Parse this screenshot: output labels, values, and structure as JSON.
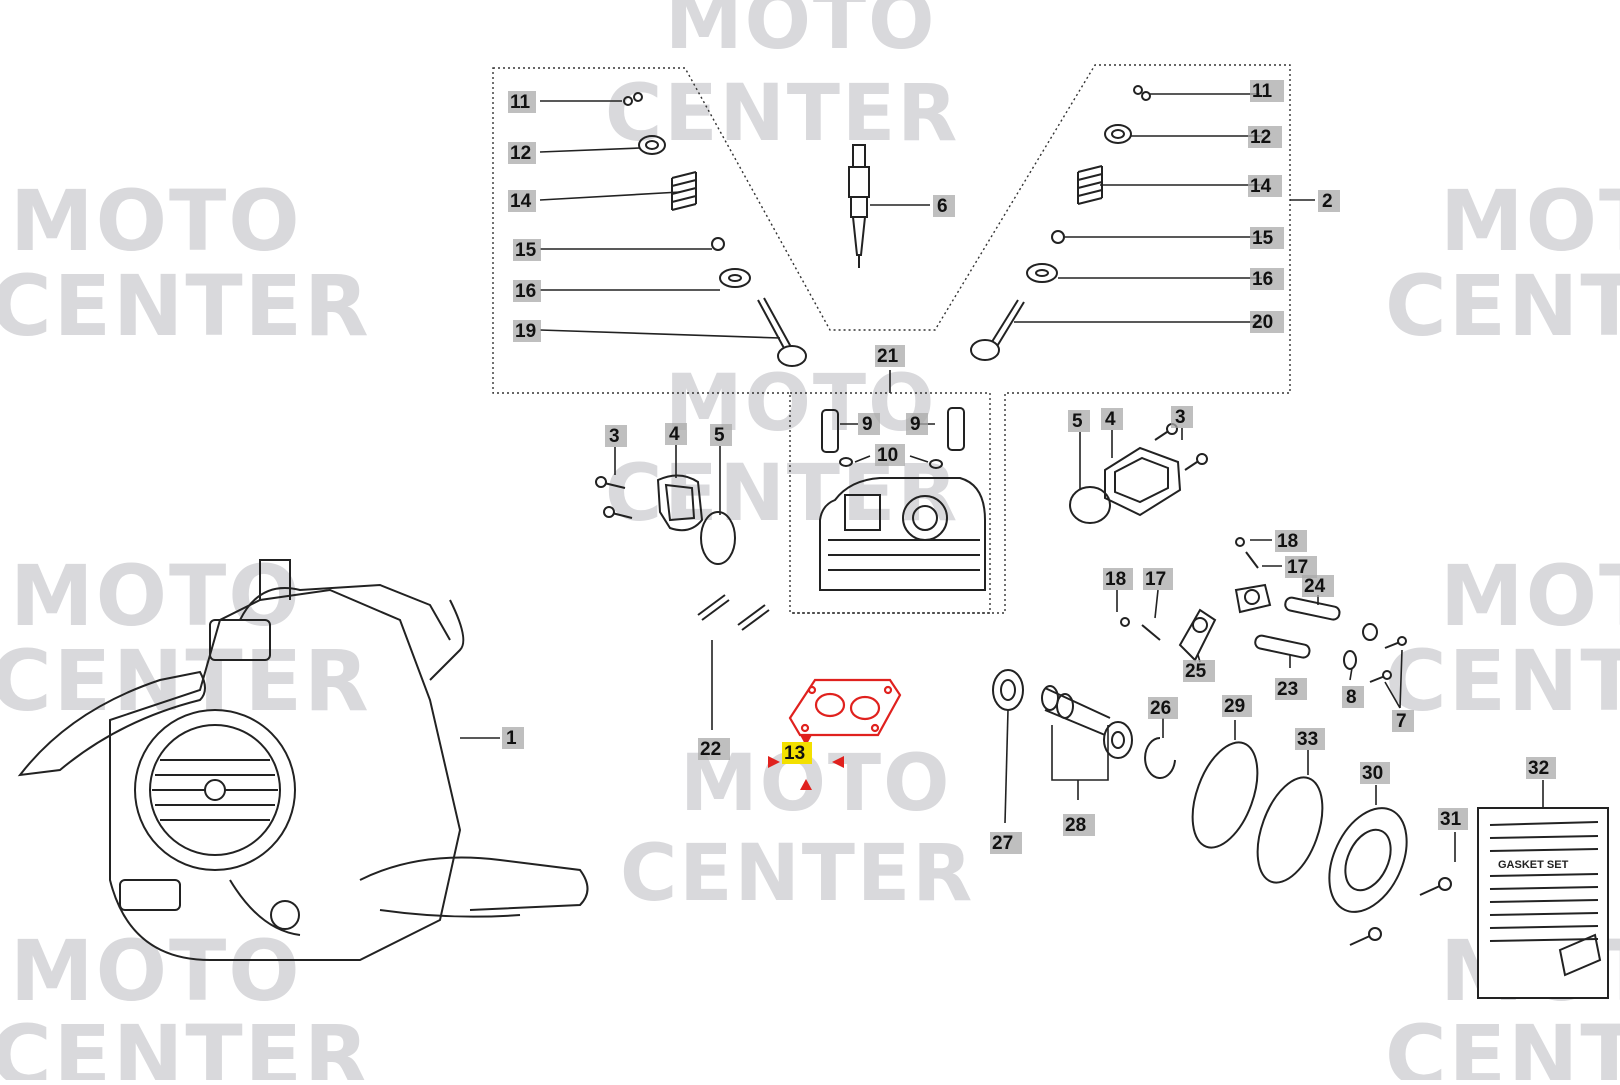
{
  "watermark": {
    "line1": "MOTO",
    "line2": "CENTER"
  },
  "gasket_set_label": "GASKET SET",
  "highlight": {
    "selected_part": "13",
    "color": "#e0211e",
    "badge_color": "#f3e000"
  },
  "callouts": [
    {
      "id": "c11l",
      "text": "11"
    },
    {
      "id": "c12l",
      "text": "12"
    },
    {
      "id": "c14l",
      "text": "14"
    },
    {
      "id": "c15l",
      "text": "15"
    },
    {
      "id": "c16l",
      "text": "16"
    },
    {
      "id": "c19",
      "text": "19"
    },
    {
      "id": "c6",
      "text": "6"
    },
    {
      "id": "c11r",
      "text": "11"
    },
    {
      "id": "c12r",
      "text": "12"
    },
    {
      "id": "c14r",
      "text": "14"
    },
    {
      "id": "c2",
      "text": "2"
    },
    {
      "id": "c15r",
      "text": "15"
    },
    {
      "id": "c16r",
      "text": "16"
    },
    {
      "id": "c20",
      "text": "20"
    },
    {
      "id": "c21",
      "text": "21"
    },
    {
      "id": "c3l",
      "text": "3"
    },
    {
      "id": "c4l",
      "text": "4"
    },
    {
      "id": "c5l",
      "text": "5"
    },
    {
      "id": "c9l",
      "text": "9"
    },
    {
      "id": "c9r",
      "text": "9"
    },
    {
      "id": "c10",
      "text": "10"
    },
    {
      "id": "c5r",
      "text": "5"
    },
    {
      "id": "c4r",
      "text": "4"
    },
    {
      "id": "c3r",
      "text": "3"
    },
    {
      "id": "c18a",
      "text": "18"
    },
    {
      "id": "c17a",
      "text": "17"
    },
    {
      "id": "c18b",
      "text": "18"
    },
    {
      "id": "c17b",
      "text": "17"
    },
    {
      "id": "c24",
      "text": "24"
    },
    {
      "id": "c25",
      "text": "25"
    },
    {
      "id": "c23",
      "text": "23"
    },
    {
      "id": "c8",
      "text": "8"
    },
    {
      "id": "c7",
      "text": "7"
    },
    {
      "id": "c1",
      "text": "1"
    },
    {
      "id": "c22",
      "text": "22"
    },
    {
      "id": "c13",
      "text": "13"
    },
    {
      "id": "c26",
      "text": "26"
    },
    {
      "id": "c29",
      "text": "29"
    },
    {
      "id": "c33",
      "text": "33"
    },
    {
      "id": "c30",
      "text": "30"
    },
    {
      "id": "c32",
      "text": "32"
    },
    {
      "id": "c31",
      "text": "31"
    },
    {
      "id": "c27",
      "text": "27"
    },
    {
      "id": "c28",
      "text": "28"
    }
  ]
}
